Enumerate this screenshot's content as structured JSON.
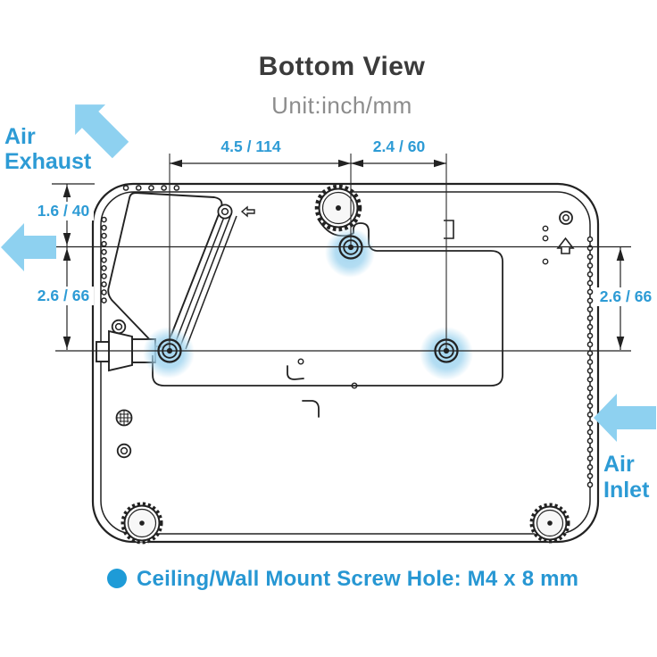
{
  "header": {
    "title": "Bottom View",
    "subtitle": "Unit:inch/mm"
  },
  "dimensions": {
    "top_span_left": "4.5 / 114",
    "top_span_right": "2.4 / 60",
    "left_upper": "1.6 / 40",
    "left_lower": "2.6 / 66",
    "right_span": "2.6 / 66"
  },
  "airflow": {
    "exhaust_line1": "Air",
    "exhaust_line2": "Exhaust",
    "inlet_line1": "Air",
    "inlet_line2": "Inlet"
  },
  "legend": {
    "screw_hole_text": "Ceiling/Wall Mount Screw Hole: M4 x 8 mm"
  },
  "colors": {
    "dimension_text": "#2d9bd5",
    "airflow_arrow": "#8ed1f0",
    "screw_hole_highlight": "#a6d7f0",
    "legend_dot": "#1e9bd7",
    "title_text": "#3b3b3b",
    "subtitle_text": "#8c8c8c",
    "line": "#222222"
  }
}
